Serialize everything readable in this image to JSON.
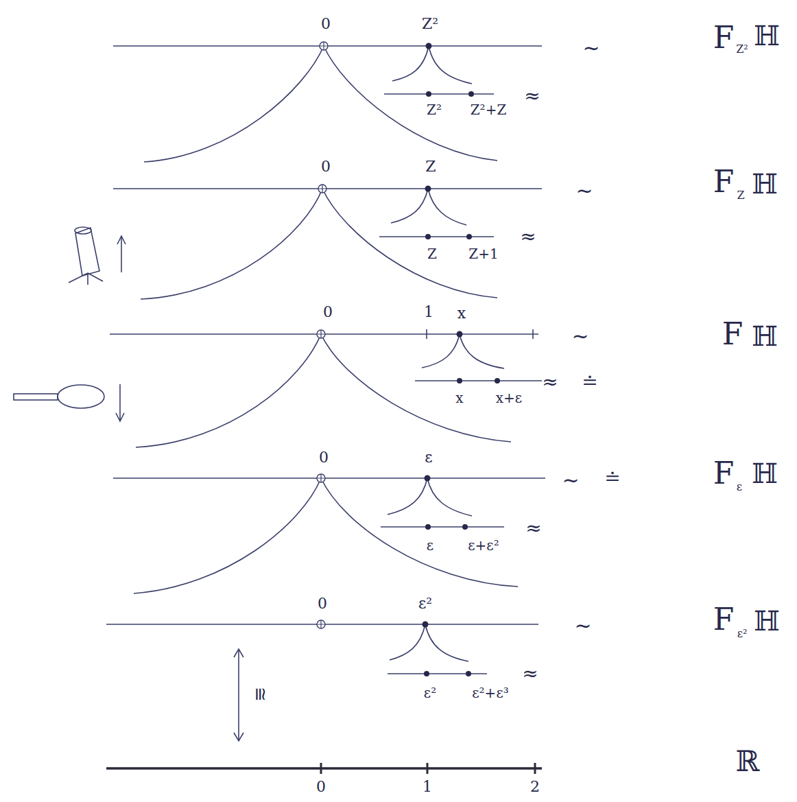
{
  "diagram": {
    "labels": [
      "0",
      "Z²",
      "Z²",
      "Z²+Z",
      "~",
      "≈",
      "F",
      "Z²",
      "ℍ",
      "0",
      "Z",
      "Z",
      "Z+1",
      "~",
      "≈",
      "F",
      "Z",
      "ℍ",
      "0",
      "1",
      "x",
      "x",
      "x+ε",
      "~",
      "≈",
      "≐",
      "F",
      "ℍ",
      "0",
      "ε",
      "ε",
      "ε+ε²",
      "~",
      "≐",
      "≈",
      "F",
      "ε",
      "ℍ",
      "0",
      "ε²",
      "ε²",
      "ε²+ε³",
      "~",
      "≈",
      "F",
      "ε²",
      "ℍ",
      "≅",
      "0",
      "1",
      "2",
      "ℝ"
    ]
  }
}
